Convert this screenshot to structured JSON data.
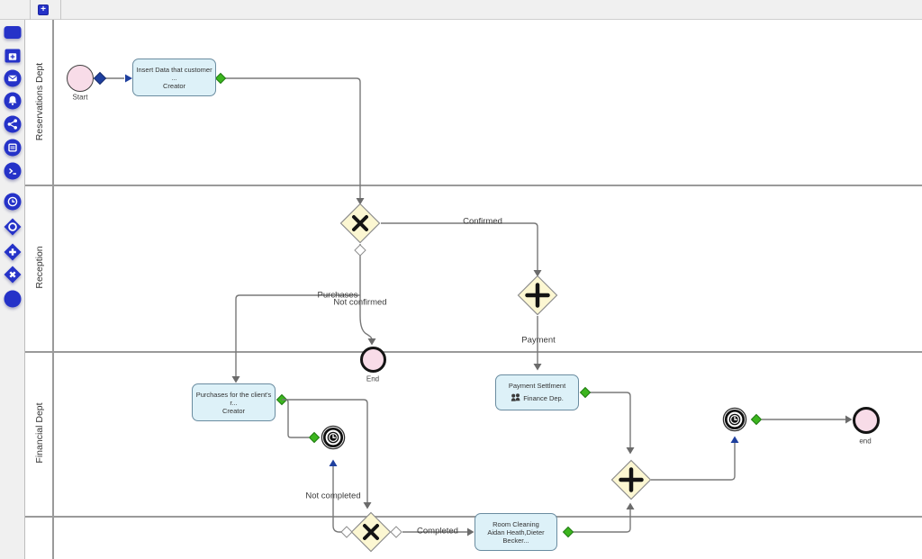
{
  "window": {
    "tab_bar": {
      "new_tab_glyph": "+"
    }
  },
  "palette": {
    "tools": [
      "task",
      "subprocess",
      "message-event",
      "bell-event",
      "broadcast-event",
      "storage-event",
      "script-event",
      "timer-event",
      "inclusive-gateway",
      "parallel-gateway",
      "exclusive-gateway",
      "end-event"
    ]
  },
  "lanes": {
    "items": [
      {
        "label": "Reservations Dept"
      },
      {
        "label": "Reception"
      },
      {
        "label": "Financial Dept"
      },
      {
        "label": ""
      }
    ]
  },
  "diagram": {
    "events": {
      "start": {
        "label": "Start"
      },
      "end_not_confirmed": {
        "label": "End"
      },
      "end_final": {
        "label": "end"
      }
    },
    "tasks": {
      "insert_data": {
        "title": "Insert Data that customer ...",
        "assignee": "Creator"
      },
      "purchases": {
        "title": "Purchases for the client's r...",
        "assignee": "Creator"
      },
      "payment_settlement": {
        "title": "Payment Settlment",
        "assignee": "Finance Dep."
      },
      "room_cleaning": {
        "title": "Room Cleaning",
        "assignee": "Aidan Heath,Dieter Becker..."
      }
    },
    "flow_labels": {
      "confirmed": "Confirmed",
      "not_confirmed": "Not confirmed",
      "purchases": "Purchases",
      "payment": "Payment",
      "completed": "Completed",
      "not_completed": "Not completed"
    },
    "colors": {
      "palette_blue": "#2532c8",
      "handle_green": "#3cb51e",
      "task_fill": "#ddf1f8",
      "gateway_fill": "#fcf7d2",
      "event_fill": "#f8dce8"
    }
  }
}
